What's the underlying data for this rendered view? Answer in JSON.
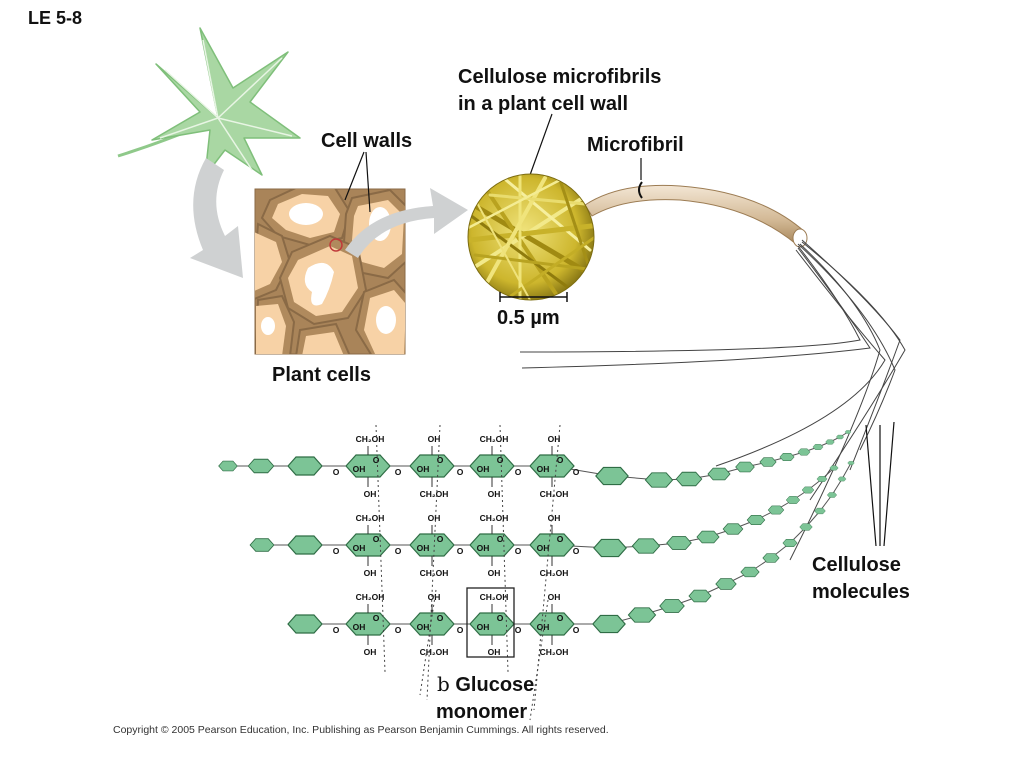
{
  "figure_id": "LE 5-8",
  "labels": {
    "microfibril_caption_line1": "Cellulose microfibrils",
    "microfibril_caption_line2": "in a plant cell wall",
    "cell_walls": "Cell walls",
    "microfibril": "Microfibril",
    "scale_bar": "0.5 µm",
    "plant_cells": "Plant cells",
    "cellulose_molecules_line1": "Cellulose",
    "cellulose_molecules_line2": "molecules",
    "glucose_prefix": "b",
    "glucose_line1": "Glucose",
    "glucose_line2": "monomer"
  },
  "chemistry": {
    "ch2oh": "CH₂OH",
    "oh": "OH",
    "o": "O"
  },
  "copyright": "Copyright © 2005 Pearson Education, Inc. Publishing as Pearson Benjamin Cummings. All rights reserved.",
  "colors": {
    "leaf": "#a9d7a3",
    "cell_wall": "#b08a5d",
    "cell_interior": "#f7d2a6",
    "micrograph": "#d8c23a",
    "glucose_ring": "#7cc496",
    "arrow": "#cfd1d2"
  }
}
